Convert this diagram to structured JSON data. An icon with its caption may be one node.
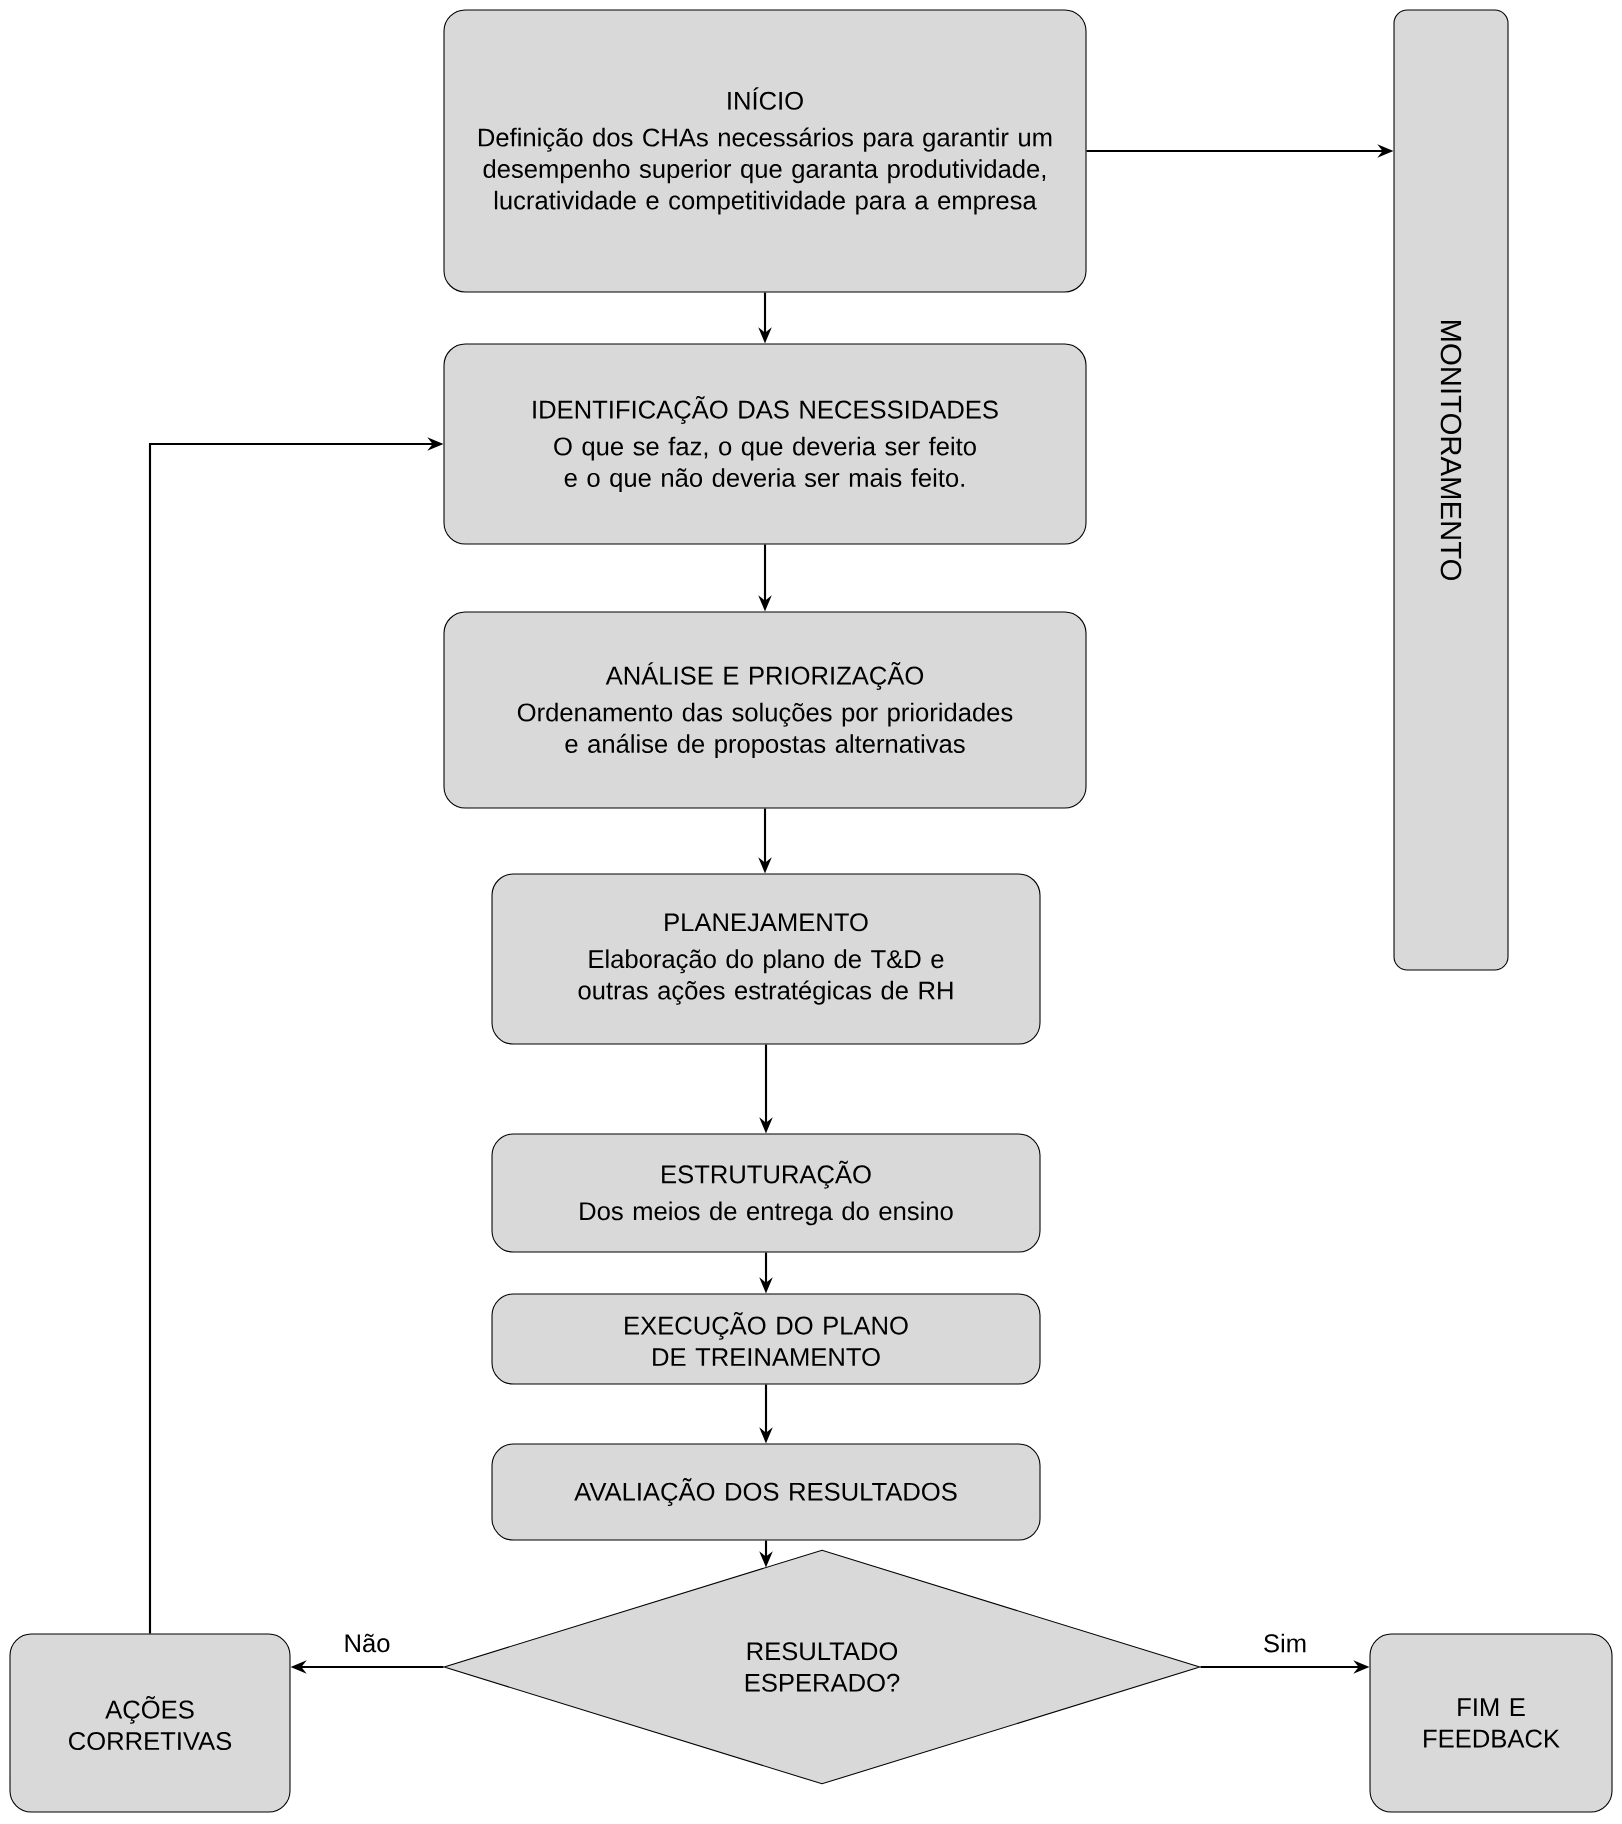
{
  "diagram": {
    "nodes": [
      {
        "text": [
          "INÍCIO",
          "Definição dos CHAs necessários para garantir um desempenho superior que garanta produtividade, lucratividade e competitividade para a empresa"
        ]
      },
      {
        "text": [
          "MONITORAMENTO"
        ]
      },
      {
        "text": [
          "IDENTIFICAÇÃO DAS NECESSIDADES",
          "O que se faz, o que deveria ser feito e o que não deveria ser mais feito."
        ]
      },
      {
        "text": [
          "ANÁLISE E PRIORIZAÇÃO",
          "Ordenamento das soluções por prioridades e análise de propostas alternativas"
        ]
      },
      {
        "text": [
          "PLANEJAMENTO",
          "Elaboração do plano de T&D e outras ações estratégicas de RH"
        ]
      },
      {
        "text": [
          "ESTRUTURAÇÃO",
          "Dos meios de entrega do ensino"
        ]
      },
      {
        "text": [
          "EXECUÇÃO DO PLANO DE TREINAMENTO"
        ]
      },
      {
        "text": [
          "AVALIAÇÃO DOS RESULTADOS"
        ]
      },
      {
        "text": [
          "RESULTADO ESPERADO?"
        ]
      },
      {
        "text": [
          "AÇÕES CORRETIVAS"
        ]
      },
      {
        "text": [
          "FIM E FEEDBACK"
        ]
      }
    ],
    "edges": [
      {
        "from": 0,
        "to": 1,
        "arrow": "to"
      },
      {
        "from": 0,
        "to": 2,
        "arrow": "to"
      },
      {
        "from": 2,
        "to": 3,
        "arrow": "to"
      },
      {
        "from": 3,
        "to": 4,
        "arrow": "to"
      },
      {
        "from": 4,
        "to": 5,
        "arrow": "to"
      },
      {
        "from": 5,
        "to": 6,
        "arrow": "to"
      },
      {
        "from": 6,
        "to": 7,
        "arrow": "to"
      },
      {
        "from": 7,
        "to": 8,
        "arrow": "to"
      },
      {
        "from": 8,
        "to": 9,
        "arrow": "to",
        "label": "Não"
      },
      {
        "from": 8,
        "to": 10,
        "arrow": "to",
        "label": "Sim"
      },
      {
        "from": 9,
        "to": 2,
        "arrow": "to"
      }
    ]
  }
}
